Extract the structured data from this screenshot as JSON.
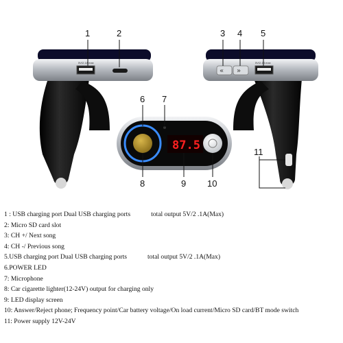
{
  "callouts": [
    "1",
    "2",
    "3",
    "4",
    "5",
    "6",
    "7",
    "8",
    "9",
    "10",
    "11"
  ],
  "display": {
    "reading": "87.5"
  },
  "port_label": "5V/2.1A max",
  "legend": [
    {
      "text": "1 : USB charging port Dual USB charging ports",
      "tail": "total output 5V/2 .1A(Max)"
    },
    {
      "text": "2: Micro SD card slot",
      "tail": ""
    },
    {
      "text": "3: CH +/ Next song",
      "tail": ""
    },
    {
      "text": "4: CH -/ Previous song",
      "tail": ""
    },
    {
      "text": "5.USB charging port Dual USB charging ports",
      "tail": "total output 5V/2 .1A(Max)"
    },
    {
      "text": "6.POWER LED",
      "tail": ""
    },
    {
      "text": "7: Microphone",
      "tail": ""
    },
    {
      "text": "8: Car cigarette lighter(12-24V) output for charging only",
      "tail": ""
    },
    {
      "text": "9: LED display screen",
      "tail": ""
    },
    {
      "text": "10: Answer/Reject phone; Frequency point/Car battery voltage/On load current/Micro SD card/BT mode switch",
      "tail": ""
    },
    {
      "text": "11: Power supply 12V-24V",
      "tail": ""
    }
  ],
  "colors": {
    "body_black": "#111111",
    "silver": "#c4c7cc",
    "led_red": "#ff2020",
    "power_ring": "#3a8cff"
  }
}
